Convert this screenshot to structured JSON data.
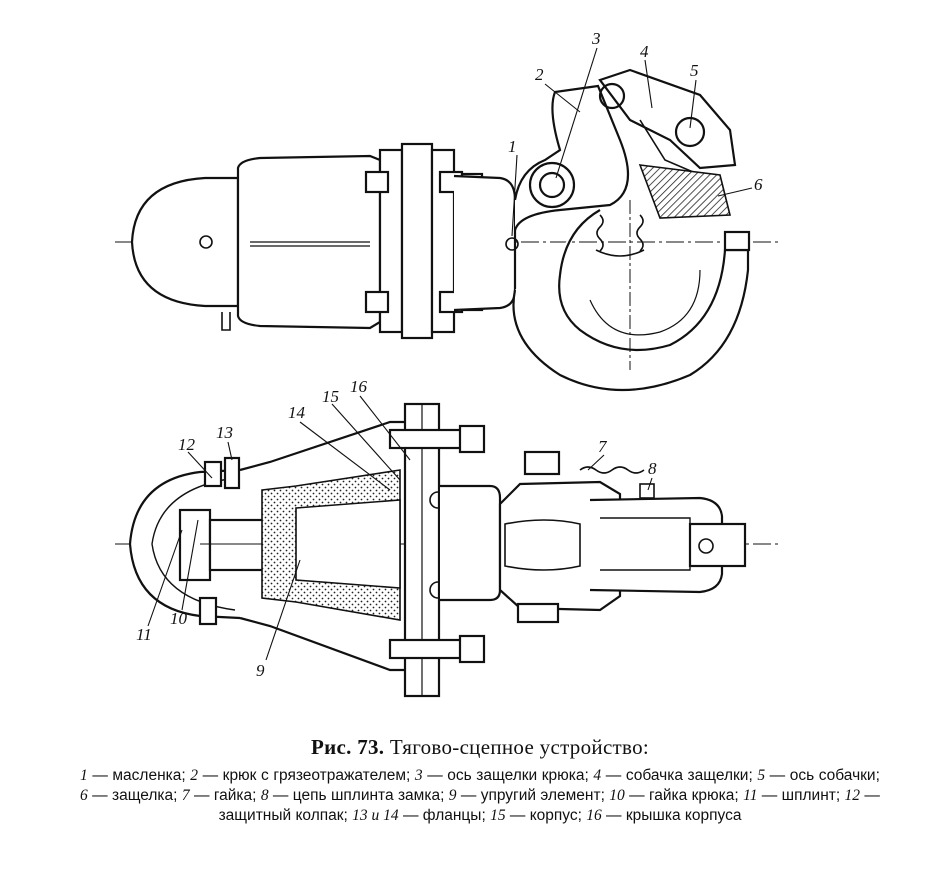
{
  "callouts": [
    "1",
    "2",
    "3",
    "4",
    "5",
    "6",
    "7",
    "8",
    "9",
    "10",
    "11",
    "12",
    "13",
    "14",
    "15",
    "16"
  ],
  "caption": {
    "fig_label": "Рис. 73.",
    "title": "Тягово-сцепное устройство:"
  },
  "legend": [
    {
      "num": "1",
      "text": "масленка"
    },
    {
      "num": "2",
      "text": "крюк с грязеотражателем"
    },
    {
      "num": "3",
      "text": "ось защелки крюка"
    },
    {
      "num": "4",
      "text": "собачка защелки"
    },
    {
      "num": "5",
      "text": "ось собачки"
    },
    {
      "num": "6",
      "text": "защелка"
    },
    {
      "num": "7",
      "text": "гайка"
    },
    {
      "num": "8",
      "text": "цепь шплинта замка"
    },
    {
      "num": "9",
      "text": "упругий элемент"
    },
    {
      "num": "10",
      "text": "гайка крюка"
    },
    {
      "num": "11",
      "text": "шплинт"
    },
    {
      "num": "12",
      "text": "защитный колпак"
    },
    {
      "num": "13 и 14",
      "text": "фланцы"
    },
    {
      "num": "15",
      "text": "корпус"
    },
    {
      "num": "16",
      "text": "крышка корпуса"
    }
  ]
}
